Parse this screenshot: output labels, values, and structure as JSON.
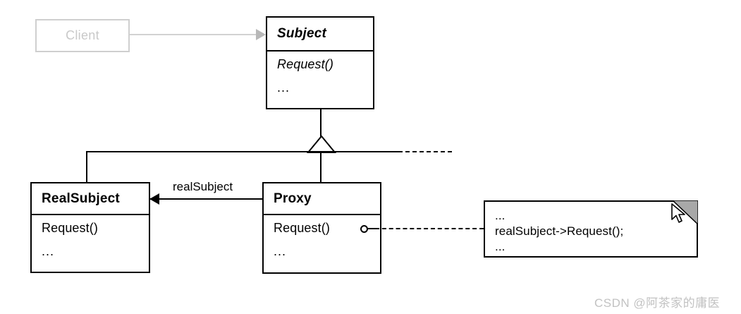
{
  "diagram": {
    "title": "Proxy design pattern UML class diagram",
    "colors": {
      "line": "#000000",
      "greyed_line": "#d2d2d2",
      "greyed_text": "#c9c9c9",
      "note_fold": "#a8a8a8",
      "watermark": "#c2c2c2",
      "background": "#ffffff"
    }
  },
  "client": {
    "label": "Client"
  },
  "subject": {
    "name": "Subject",
    "operations": [
      "Request()",
      "..."
    ]
  },
  "real_subject": {
    "name": "RealSubject",
    "operations": [
      "Request()",
      "..."
    ]
  },
  "proxy": {
    "name": "Proxy",
    "operations": [
      "Request()",
      "..."
    ]
  },
  "association": {
    "role_label": "realSubject"
  },
  "note": {
    "lines": [
      "...",
      "realSubject->Request();",
      "..."
    ]
  },
  "watermark": {
    "text": "CSDN @阿茶家的庸医"
  }
}
